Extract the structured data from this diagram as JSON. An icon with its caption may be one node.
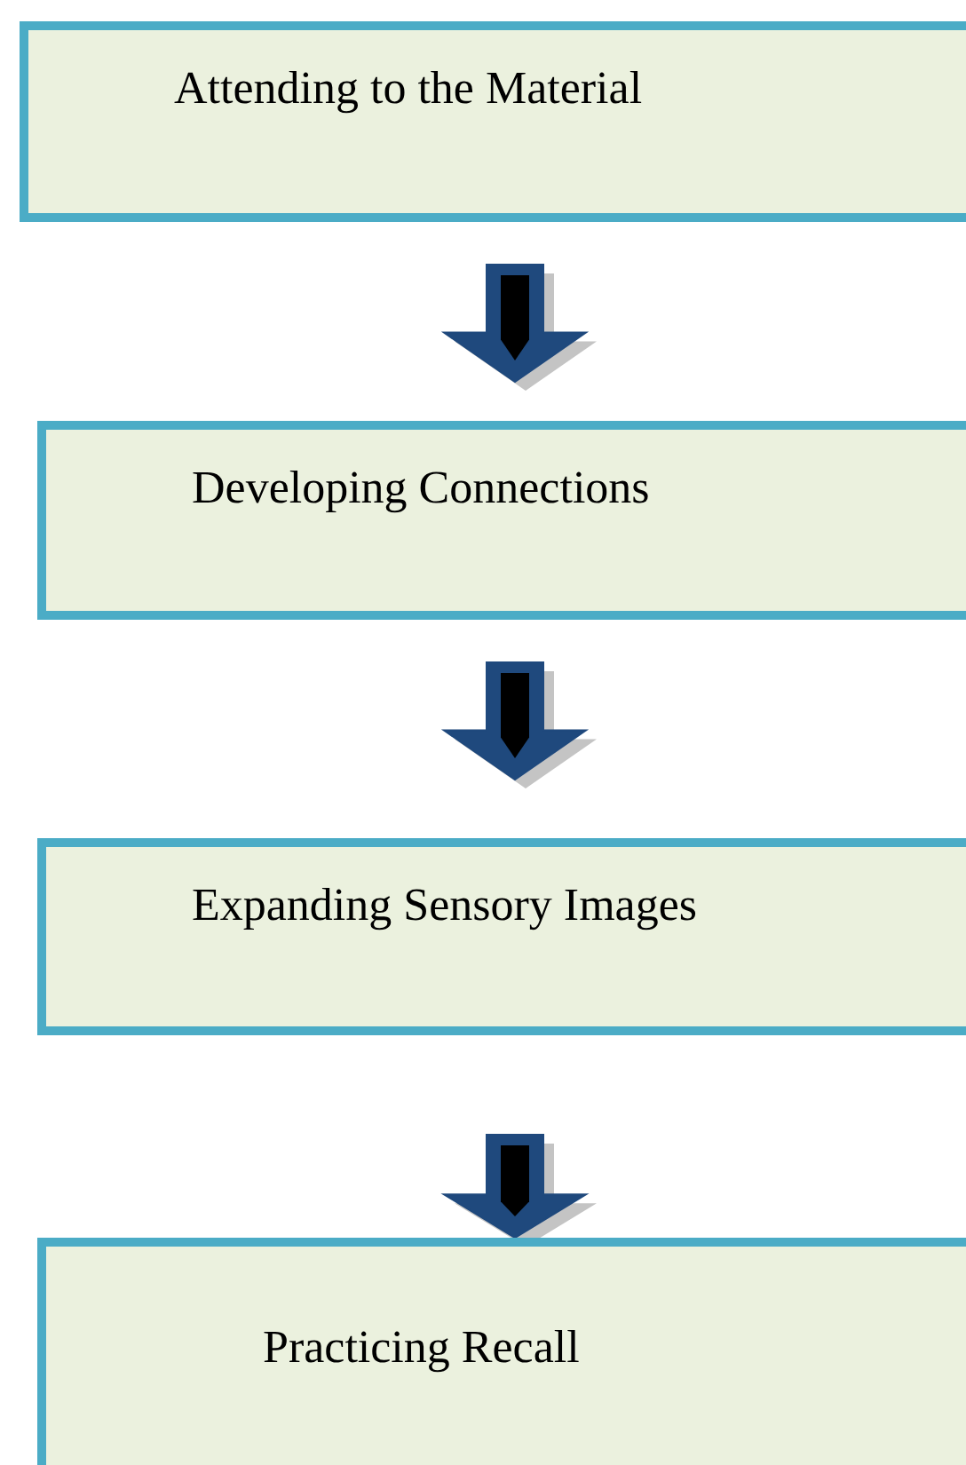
{
  "diagram": {
    "nodes": [
      {
        "text": [
          "Attending to the Material"
        ]
      },
      {
        "text": [
          "Developing Connections"
        ]
      },
      {
        "text": [
          "Expanding Sensory Images"
        ]
      },
      {
        "text": [
          "Practicing Recall"
        ]
      }
    ],
    "edges": [
      {
        "from": 0,
        "to": 1,
        "arrow": "to"
      },
      {
        "from": 1,
        "to": 2,
        "arrow": "to"
      },
      {
        "from": 2,
        "to": 3,
        "arrow": "to"
      }
    ]
  }
}
